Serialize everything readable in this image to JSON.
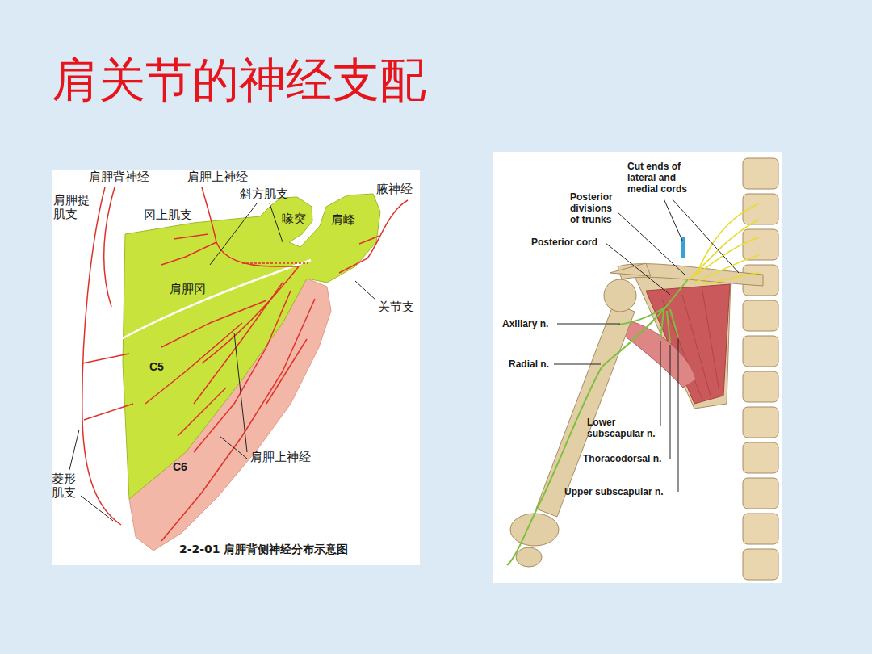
{
  "diagram": {
    "title": "肩关节的神经支配",
    "caption": "2-2-01 肩胛背侧神经分布示意图",
    "labels": [
      "肩胛背神经",
      "肩胛上神经",
      "腋神经",
      "肩胛提 肌支",
      "斜方肌支",
      "冈上肌支",
      "喙突",
      "肩峰",
      "肩胛冈",
      "关节支",
      "C5",
      "肩胛上神经",
      "C6",
      "菱形 肌支",
      "Cut ends of lateral and medial cords",
      "Posterior divisions of trunks",
      "Posterior cord",
      "Axillary n.",
      "Radial n.",
      "Lower subscapular n.",
      "Thoracodorsal n.",
      "Upper subscapular n."
    ]
  }
}
